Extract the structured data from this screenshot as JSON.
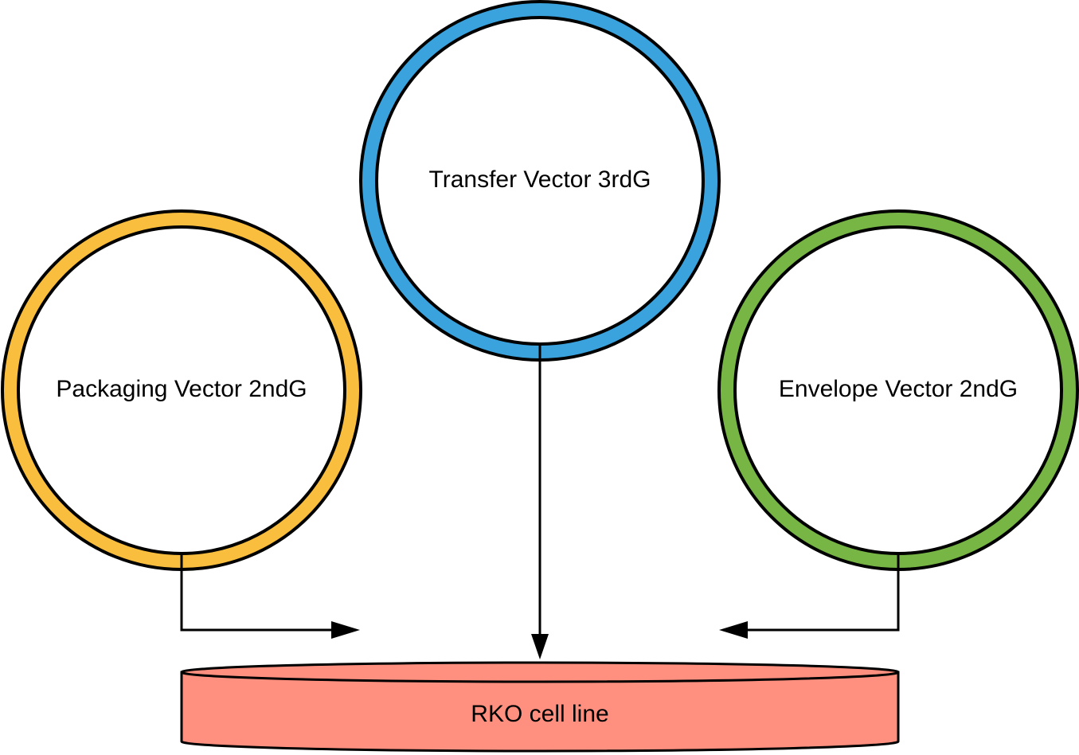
{
  "diagram": {
    "nodes": {
      "packaging": {
        "label": "Packaging Vector 2ndG",
        "color": "#F9BE3D"
      },
      "transfer": {
        "label": "Transfer Vector 3rdG",
        "color": "#3AA3DD"
      },
      "envelope": {
        "label": "Envelope Vector 2ndG",
        "color": "#77B545"
      },
      "target": {
        "label": "RKO cell line",
        "color": "#FF9080"
      }
    },
    "edges": [
      {
        "from": "Packaging Vector 2ndG",
        "to": "RKO cell line"
      },
      {
        "from": "Transfer Vector 3rdG",
        "to": "RKO cell line"
      },
      {
        "from": "Envelope Vector 2ndG",
        "to": "RKO cell line"
      }
    ],
    "outline_color": "#000000"
  }
}
